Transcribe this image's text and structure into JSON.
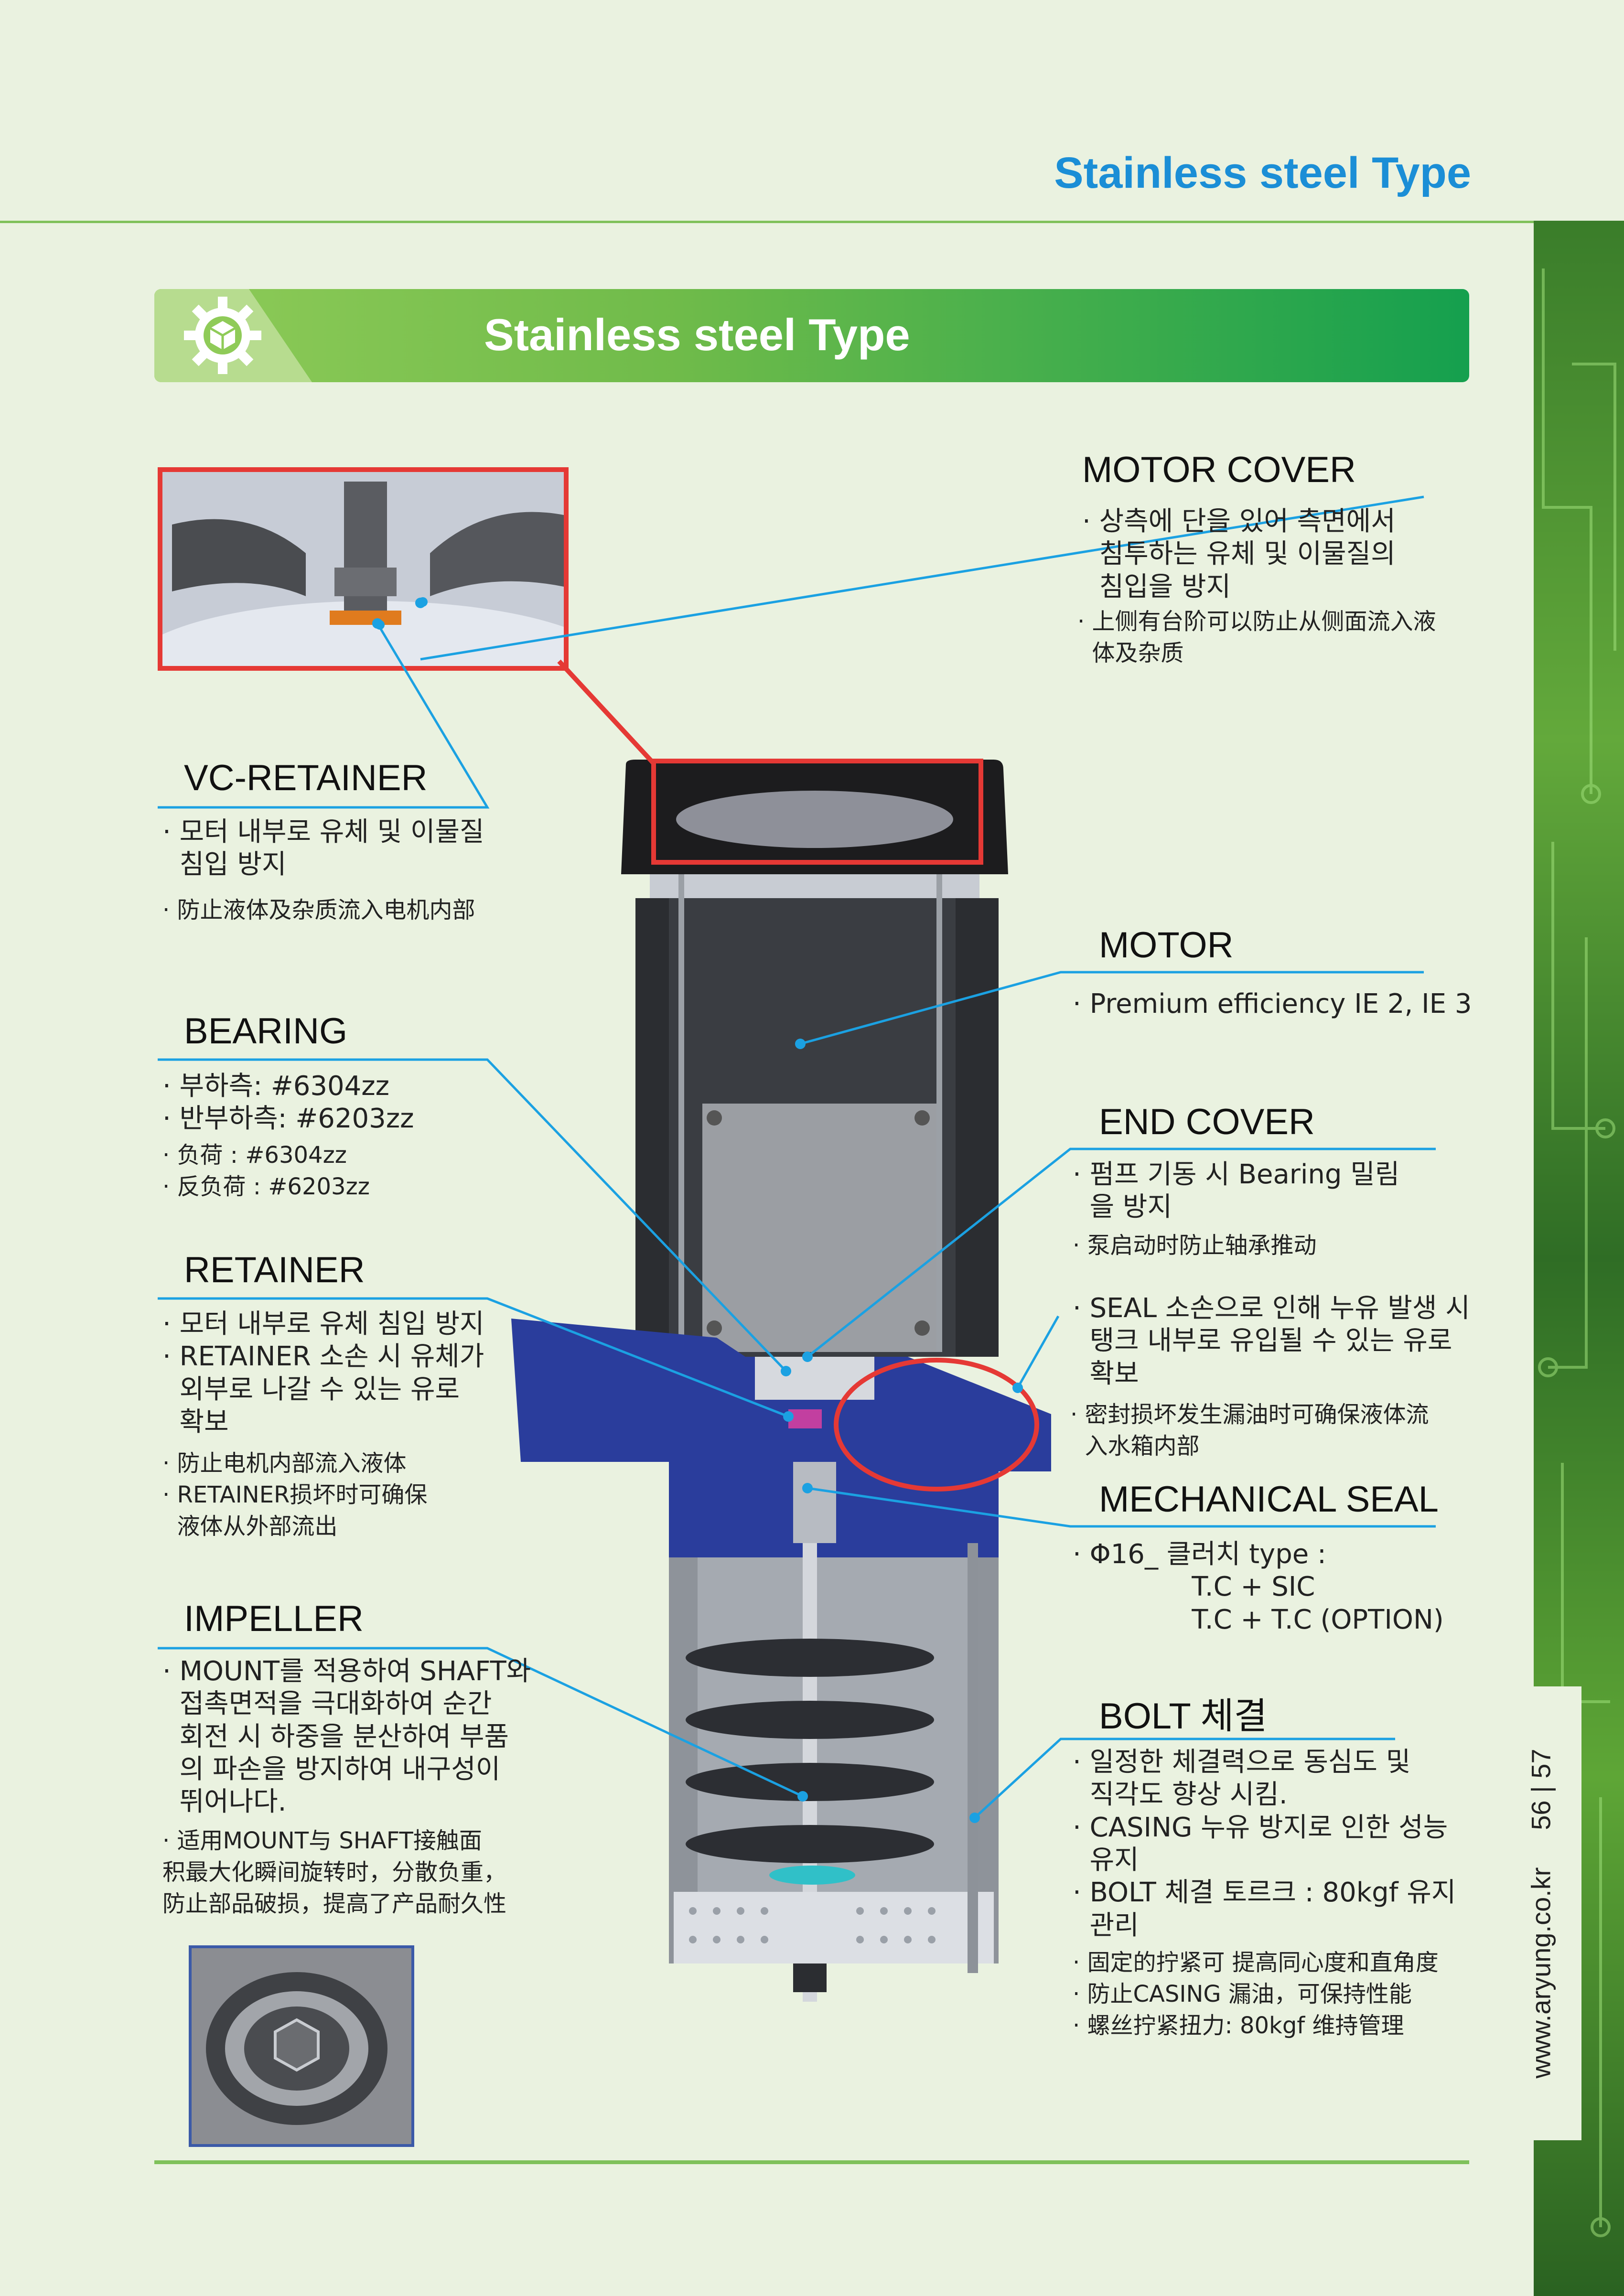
{
  "header": {
    "title": "Stainless steel Type"
  },
  "banner": {
    "title": "Stainless steel Type",
    "icon": "gear-cube-icon"
  },
  "sidebar": {
    "url": "www.aryung.co.kr",
    "pages": "56 | 57"
  },
  "sections": {
    "motor_cover": {
      "title": "MOTOR COVER",
      "ko": "· 상측에 단을 있어 측면에서\n  침투하는 유체 및 이물질의\n  침입을 방지",
      "zh": "· 上侧有台阶可以防止从侧面流入液\n  体及杂质"
    },
    "vc_retainer": {
      "title": "VC-RETAINER",
      "ko": "· 모터 내부로 유체 및 이물질\n  침입 방지",
      "zh": "· 防止液体及杂质流入电机内部"
    },
    "motor": {
      "title": "MOTOR",
      "en": "· Premium efficiency IE 2, IE 3"
    },
    "bearing": {
      "title": "BEARING",
      "ko": "· 부하측: #6304zz\n· 반부하측: #6203zz",
      "zh": "· 负荷 : #6304zz\n· 反负荷 : #6203zz"
    },
    "end_cover": {
      "title": "END COVER",
      "ko": "· 펌프 기동 시 Bearing 밀림\n  을 방지",
      "zh": "· 泵启动时防止轴承推动"
    },
    "seal_note": {
      "ko": "· SEAL 소손으로 인해 누유 발생 시\n  탱크 내부로 유입될 수 있는 유로\n  확보",
      "zh": "· 密封损坏发生漏油时可确保液体流\n  入水箱内部"
    },
    "retainer": {
      "title": "RETAINER",
      "ko": "· 모터 내부로 유체 침입 방지\n· RETAINER 소손 시 유체가\n  외부로 나갈 수 있는 유로\n  확보",
      "zh": "· 防止电机内部流入液体\n· RETAINER损坏时可确保\n  液体从外部流出"
    },
    "mechanical_seal": {
      "title": "MECHANICAL SEAL",
      "ko": "· Φ16_ 클러치 type :\n              T.C + SIC\n              T.C + T.C (OPTION)"
    },
    "impeller": {
      "title": "IMPELLER",
      "ko": "· MOUNT를 적용하여 SHAFT와\n  접촉면적을 극대화하여 순간\n  회전 시 하중을 분산하여 부품\n  의 파손을 방지하여 내구성이\n  뛰어나다.",
      "zh": "· 适用MOUNT与 SHAFT接触面\n积最大化瞬间旋转时，分散负重，\n防止部品破损，提高了产品耐久性"
    },
    "bolt": {
      "title": "BOLT 체결",
      "ko": "· 일정한 체결력으로 동심도 및\n  직각도 향상 시킴.\n· CASING 누유 방지로 인한 성능\n  유지\n· BOLT 체결 토르크 : 80kgf 유지\n  관리",
      "zh": "· 固定的拧紧可 提高同心度和直角度\n· 防止CASING 漏油，可保持性能\n· 螺丝拧紧扭力: 80kgf 维持管理"
    }
  },
  "colors": {
    "accent": "#1ba1e2",
    "header_blue": "#1b8ed6",
    "green": "#7fc15a",
    "highlight_red": "#e53935",
    "pump_blue": "#2a3d9c"
  }
}
